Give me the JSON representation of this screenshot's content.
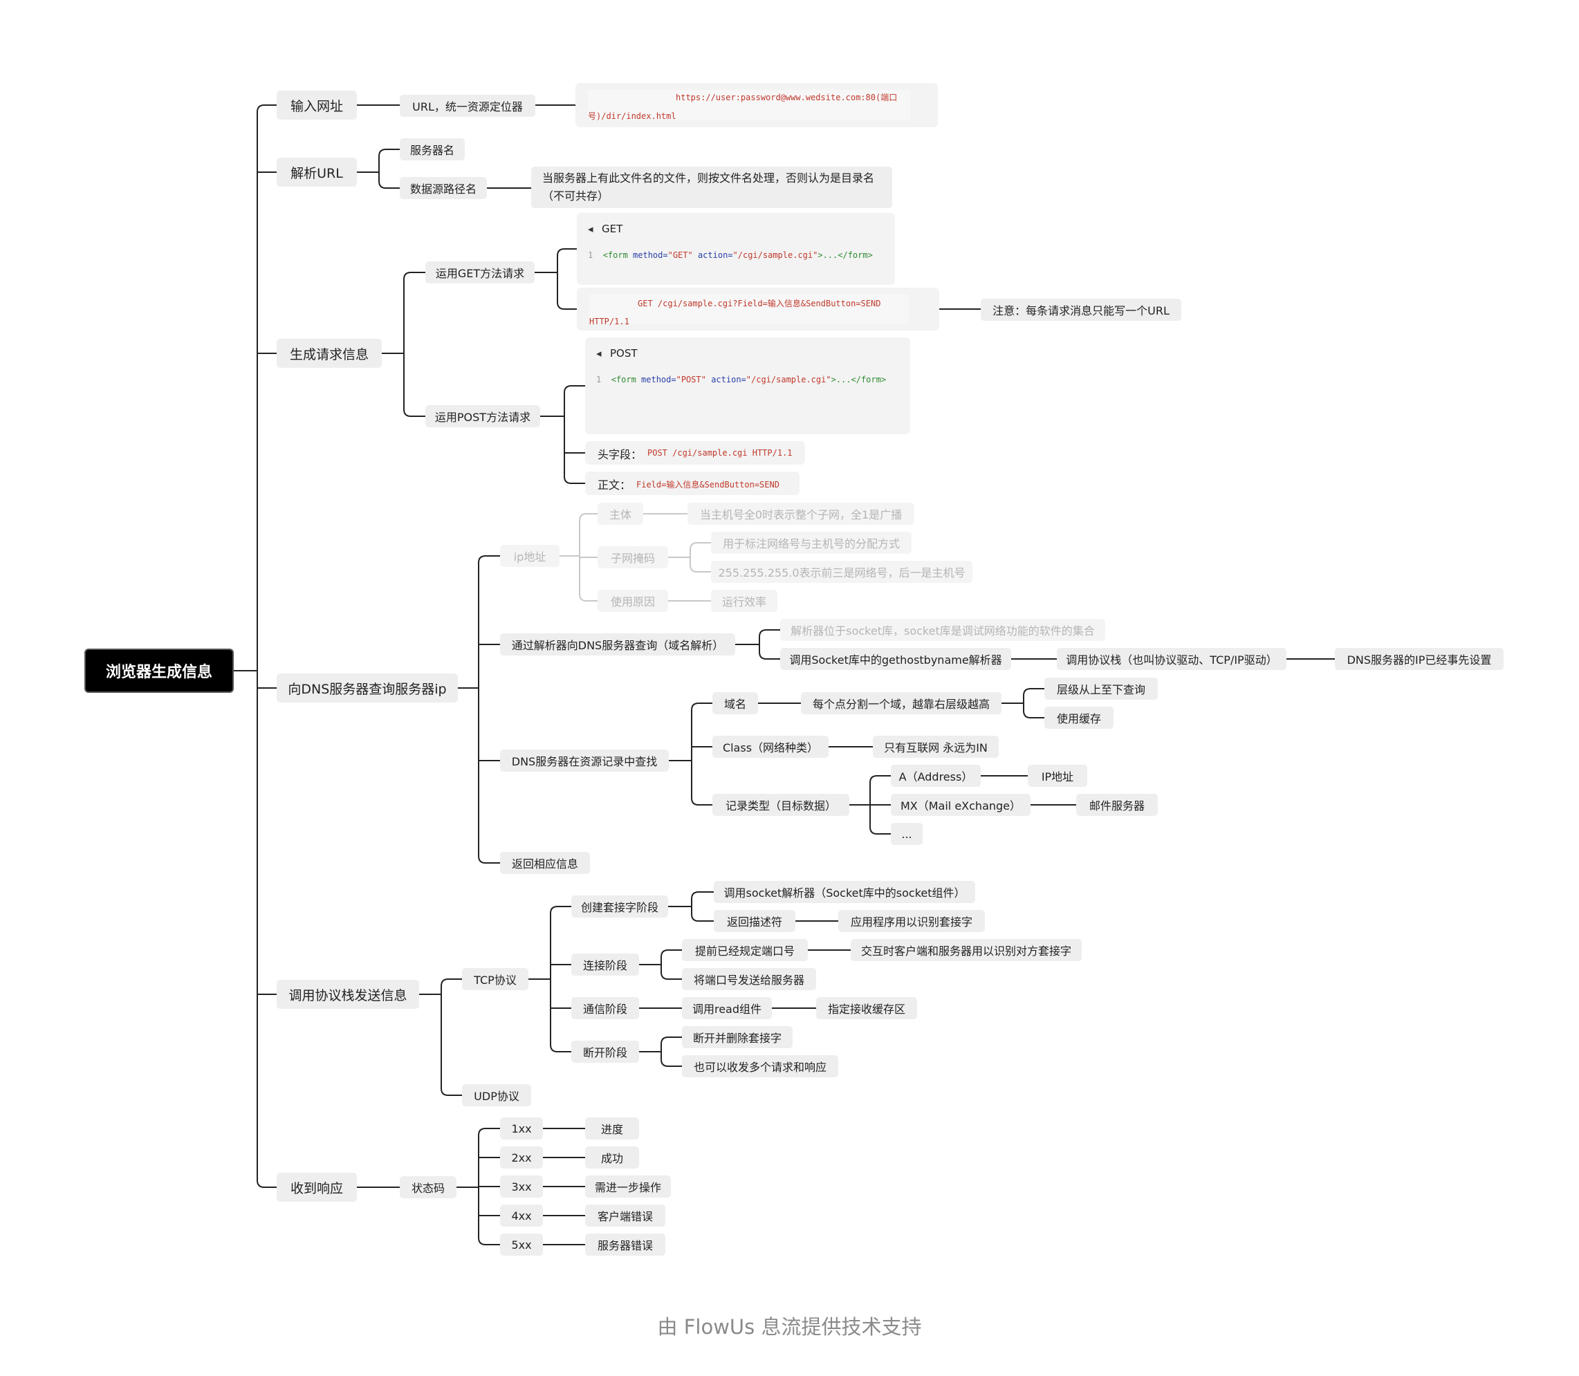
{
  "root": "浏览器生成信息",
  "footer": "由 FlowUs 息流提供技术支持",
  "colors": {
    "link": "#222222",
    "faded_link": "#c8c8c8",
    "node_bg": "#eeeeee",
    "root_bg": "#000000",
    "code_red": "#c0392b",
    "code_green": "#2e8b30",
    "code_blue": "#2a3fa8"
  },
  "branch1": {
    "label": "输入网址",
    "url_node": "URL，统一资源定位器",
    "url_example_1": "https://user:password@www.wedsite.com:80(端口",
    "url_example_2": "号)/dir/index.html"
  },
  "branch2": {
    "label": "解析URL",
    "server_name": "服务器名",
    "data_path": "数据源路径名",
    "data_path_note": "当服务器上有此文件名的文件，则按文件名处理，否则认为是目录名（不可共存）"
  },
  "branch3": {
    "label": "生成请求信息",
    "get_node": "运用GET方法请求",
    "get_card": {
      "caret": "◂",
      "title": "GET",
      "line_no": "1",
      "code_tag_open": "<form",
      "code_attr1": " method=",
      "code_val1": "\"GET\"",
      "code_attr2": " action=",
      "code_val2": "\"/cgi/sample.cgi\"",
      "code_rest": ">...</form>"
    },
    "get_request_1": "GET /cgi/sample.cgi?Field=输入信息&SendButton=SEND",
    "get_request_2": "HTTP/1.1",
    "get_note": "注意：每条请求消息只能写一个URL",
    "post_node": "运用POST方法请求",
    "post_card": {
      "caret": "◂",
      "title": "POST",
      "line_no": "1",
      "code_tag_open": "<form",
      "code_attr1": " method=",
      "code_val1": "\"POST\"",
      "code_attr2": " action=",
      "code_val2": "\"/cgi/sample.cgi\"",
      "code_rest": ">...</form>"
    },
    "post_header_label": "头字段：",
    "post_header_code": "POST /cgi/sample.cgi HTTP/1.1",
    "post_body_label": "正文：",
    "post_body_code": "Field=输入信息&SendButton=SEND"
  },
  "branch4": {
    "label": "向DNS服务器查询服务器ip",
    "ip": {
      "label": "ip地址",
      "host": "主体",
      "host_note": "当主机号全0时表示整个子网，全1是广播",
      "mask": "子网掩码",
      "mask_note1": "用于标注网络号与主机号的分配方式",
      "mask_note2": "255.255.255.0表示前三是网络号，后一是主机号",
      "reason": "使用原因",
      "reason_note": "运行效率"
    },
    "resolver": {
      "label": "通过解析器向DNS服务器查询（域名解析）",
      "note1": "解析器位于socket库，socket库是调试网络功能的软件的集合",
      "note2": "调用Socket库中的gethostbyname解析器",
      "stack": "调用协议栈（也叫协议驱动、TCP/IP驱动）",
      "dns_ip": "DNS服务器的IP已经事先设置"
    },
    "lookup": {
      "label": "DNS服务器在资源记录中查找",
      "domain": "域名",
      "domain_note": "每个点分割一个域，越靠右层级越高",
      "domain_q1": "层级从上至下查询",
      "domain_q2": "使用缓存",
      "class": "Class（网络种类）",
      "class_note": "只有互联网 永远为IN",
      "record": "记录类型（目标数据）",
      "rec_a": "A（Address）",
      "rec_a_note": "IP地址",
      "rec_mx": "MX（Mail eXchange）",
      "rec_mx_note": "邮件服务器",
      "rec_more": "..."
    },
    "return_info": "返回相应信息"
  },
  "branch5": {
    "label": "调用协议栈发送信息",
    "tcp": "TCP协议",
    "create": "创建套接字阶段",
    "create_1": "调用socket解析器（Socket库中的socket组件）",
    "create_2": "返回描述符",
    "create_2_note": "应用程序用以识别套接字",
    "connect": "连接阶段",
    "connect_1": "提前已经规定端口号",
    "connect_1_note": "交互时客户端和服务器用以识别对方套接字",
    "connect_2": "将端口号发送给服务器",
    "comm": "通信阶段",
    "comm_1": "调用read组件",
    "comm_1_note": "指定接收缓存区",
    "close": "断开阶段",
    "close_1": "断开并删除套接字",
    "close_2": "也可以收发多个请求和响应",
    "udp": "UDP协议"
  },
  "branch6": {
    "label": "收到响应",
    "status": "状态码",
    "codes": [
      {
        "code": "1xx",
        "meaning": "进度"
      },
      {
        "code": "2xx",
        "meaning": "成功"
      },
      {
        "code": "3xx",
        "meaning": "需进一步操作"
      },
      {
        "code": "4xx",
        "meaning": "客户端错误"
      },
      {
        "code": "5xx",
        "meaning": "服务器错误"
      }
    ]
  }
}
